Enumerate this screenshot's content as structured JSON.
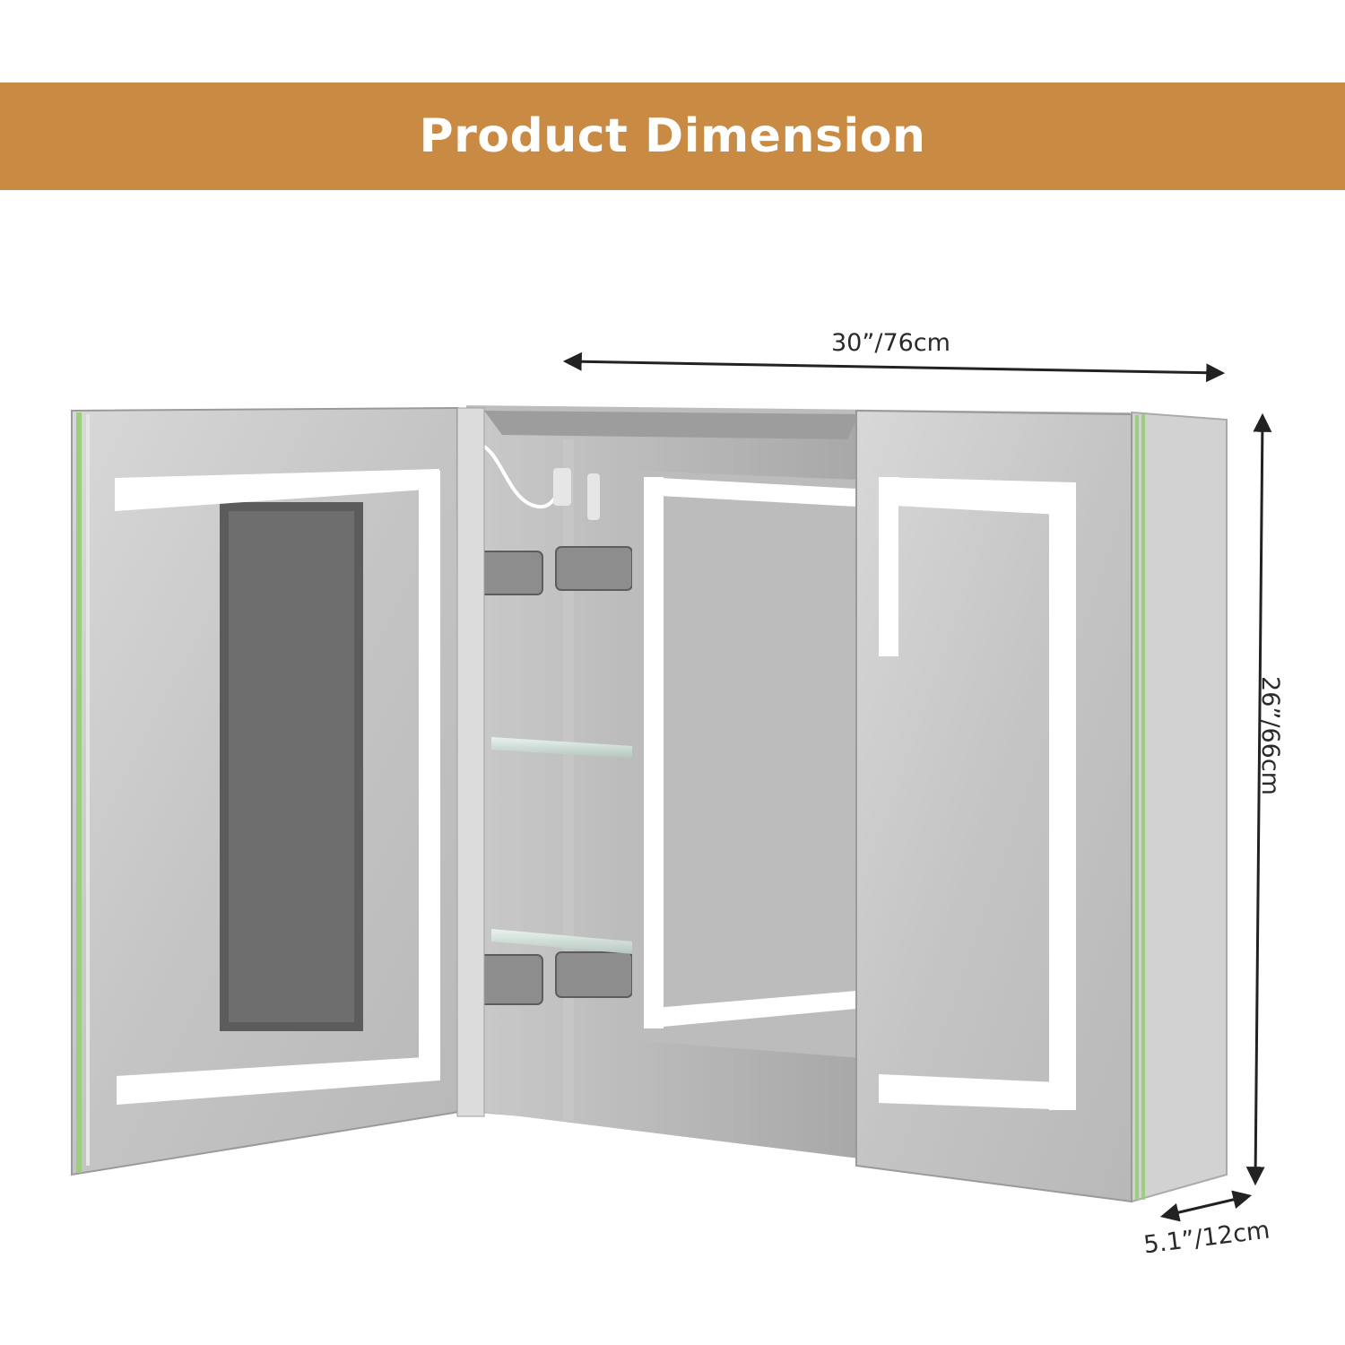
{
  "banner": {
    "title": "Product Dimension",
    "color": "#c98a43"
  },
  "dimensions": {
    "width": "30”/76cm",
    "height": "26”/66cm",
    "depth": "5.1”/12cm"
  },
  "colors": {
    "mirror": "#c9c9c9",
    "mirror_dark": "#a9a9a9",
    "frame_edge": "#9ccf7c",
    "led": "#ffffff",
    "cabinet_inner": "#b5b5b5",
    "arrow": "#222222"
  }
}
